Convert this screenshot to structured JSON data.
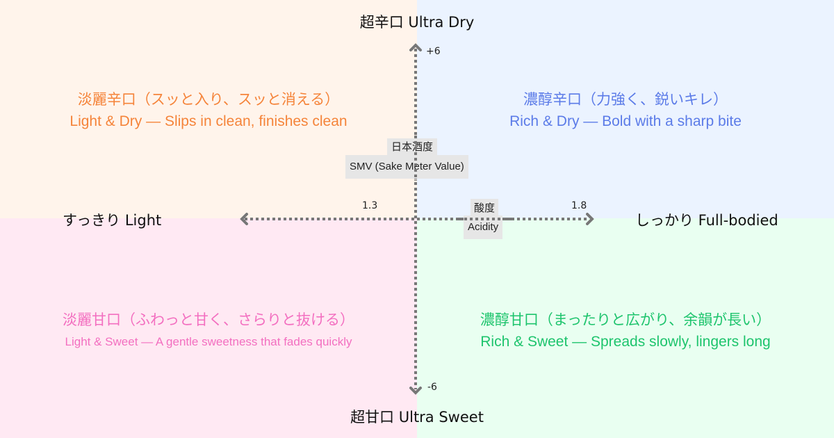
{
  "diagram": {
    "type": "quadrant-map",
    "title": "Sake flavor map",
    "vertical_axis": {
      "name": "SMV",
      "label_jp": "日本酒度",
      "label_en": "SMV (Sake Meter Value)",
      "top_title": "超辛口 Ultra Dry",
      "bottom_title": "超甘口 Ultra Sweet",
      "top_tick": "+6",
      "bottom_tick": "-6"
    },
    "horizontal_axis": {
      "name": "Acidity",
      "label_jp": "酸度",
      "label_en": "Acidity",
      "left_title": "すっきり Light",
      "right_title": "しっかり Full-bodied",
      "left_tick": "1.3",
      "right_tick": "1.8"
    },
    "quadrants": {
      "top_left": {
        "jp": "淡麗辛口（スッと入り、スッと消える）",
        "en": "Light & Dry ― Slips in clean, finishes clean",
        "bg": "#fff4eb",
        "color": "#f5843a"
      },
      "top_right": {
        "jp": "濃醇辛口（力強く、鋭いキレ）",
        "en": "Rich & Dry ― Bold with a sharp bite",
        "bg": "#ebf3ff",
        "color": "#5b7be8"
      },
      "bottom_left": {
        "jp": "淡麗甘口（ふわっと甘く、さらりと抜ける）",
        "en": "Light & Sweet ― A gentle sweetness that fades quickly",
        "bg": "#ffe9f3",
        "color": "#f36fc0"
      },
      "bottom_right": {
        "jp": "濃醇甘口（まったりと広がり、余韻が長い）",
        "en": "Rich & Sweet ― Spreads slowly, lingers long",
        "bg": "#e9fff1",
        "color": "#1ec46d"
      }
    },
    "axis_color": "#777777"
  }
}
